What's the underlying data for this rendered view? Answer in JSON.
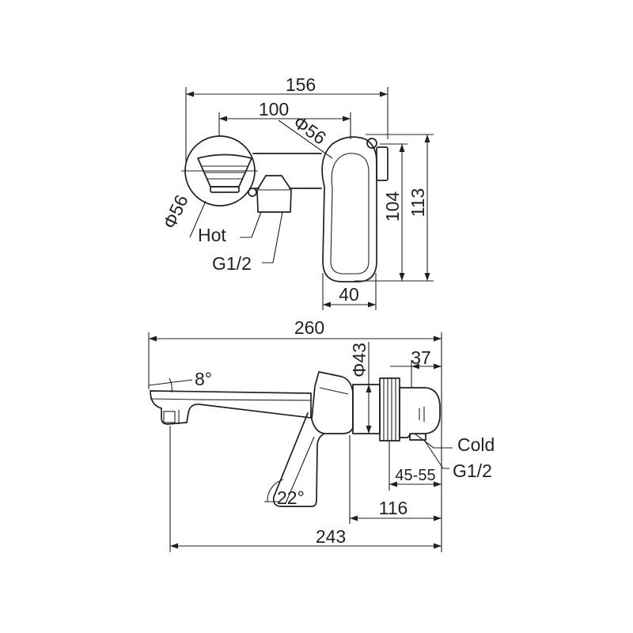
{
  "front_view": {
    "overall_width": "156",
    "center_distance": "100",
    "lever_diameter": "Φ56",
    "handle_diameter": "Φ56",
    "lever_height": "104",
    "overall_height": "113",
    "lever_width": "40",
    "hot_label": "Hot",
    "hot_thread": "G1/2"
  },
  "side_view": {
    "overall_length": "260",
    "body_diameter": "Φ43",
    "escutcheon_depth": "37",
    "spout_angle": "8°",
    "cold_label": "Cold",
    "cold_thread": "G1/2",
    "wall_range": "45-55",
    "lever_angle": "22°",
    "body_length": "116",
    "spout_length": "243"
  },
  "colors": {
    "line": "#231f20",
    "background": "#ffffff"
  }
}
